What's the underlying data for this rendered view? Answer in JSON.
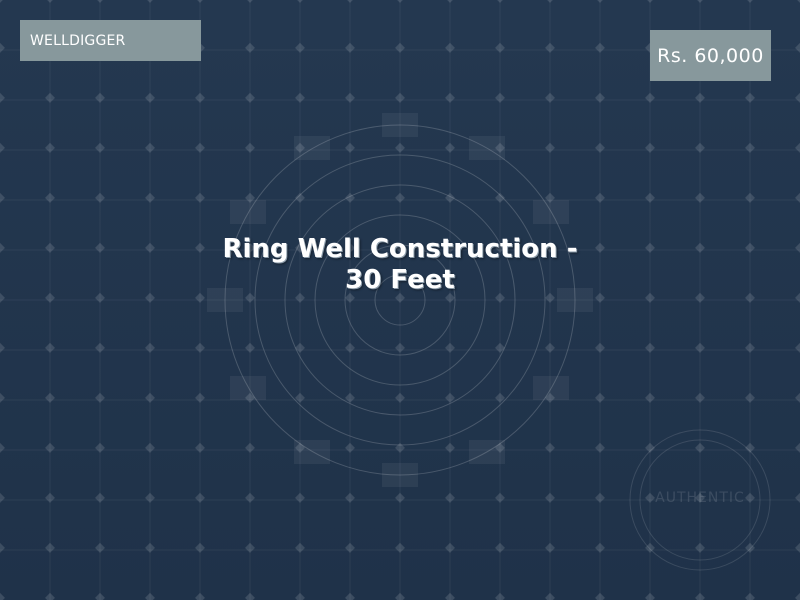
{
  "brand": {
    "label": "WELLDIGGER"
  },
  "price": {
    "label": "Rs. 60,000"
  },
  "product": {
    "title": "Ring Well Construction - 30 Feet"
  },
  "stamp": {
    "label": "AUTHENTIC"
  },
  "colors": {
    "background_top": "#243850",
    "background_bottom": "#1f3249",
    "badge_bg": "#87989c",
    "text": "#ffffff"
  }
}
